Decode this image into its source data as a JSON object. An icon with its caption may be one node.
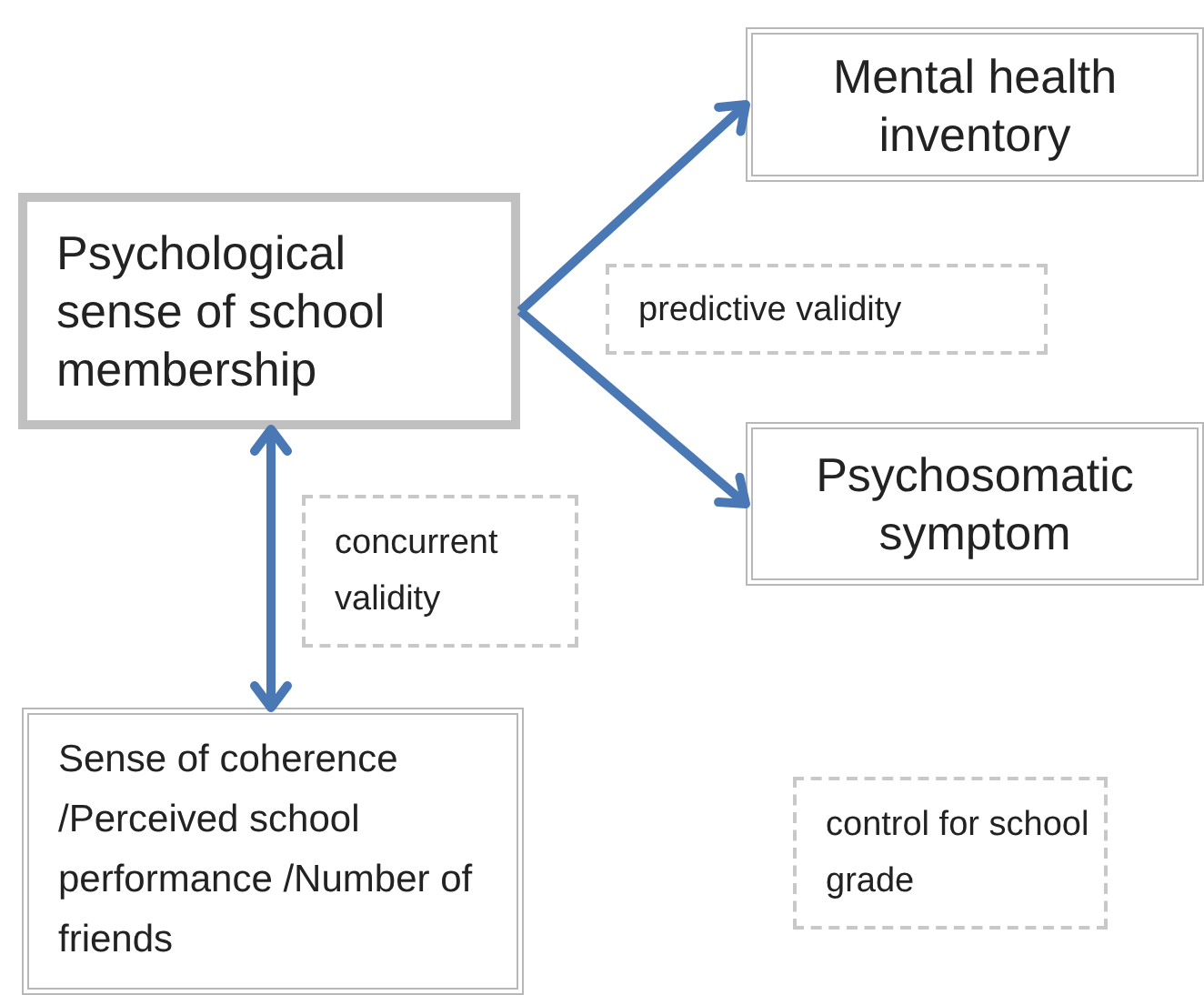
{
  "diagram": {
    "nodes": [
      {
        "text": [
          "Psychological sense of school membership"
        ]
      },
      {
        "text": [
          "Mental health inventory"
        ]
      },
      {
        "text": [
          "predictive validity"
        ]
      },
      {
        "text": [
          "Psychosomatic symptom"
        ]
      },
      {
        "text": [
          "concurrent validity"
        ]
      },
      {
        "text": [
          "Sense of coherence /Perceived school performance /Number of  friends"
        ]
      },
      {
        "text": [
          "control for school grade"
        ]
      }
    ],
    "edges": [
      {
        "from": 0,
        "to": 1,
        "arrow": "to"
      },
      {
        "from": 0,
        "to": 3,
        "arrow": "to"
      },
      {
        "from": 0,
        "to": 5,
        "arrow": "both"
      }
    ]
  }
}
